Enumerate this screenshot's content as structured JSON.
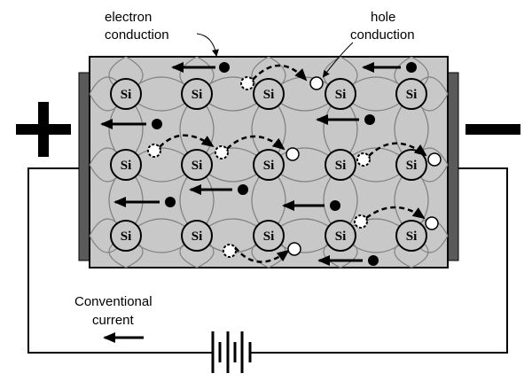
{
  "labels": {
    "electron_line1": "electron",
    "electron_line2": "conduction",
    "hole_line1": "hole",
    "hole_line2": "conduction",
    "current_line1": "Conventional",
    "current_line2": "current",
    "atom": "Si",
    "plus": "+",
    "minus": "−"
  },
  "colors": {
    "crystal": "#c8c8c8",
    "electrode": "#5a5a5a",
    "bond": "#808080"
  }
}
